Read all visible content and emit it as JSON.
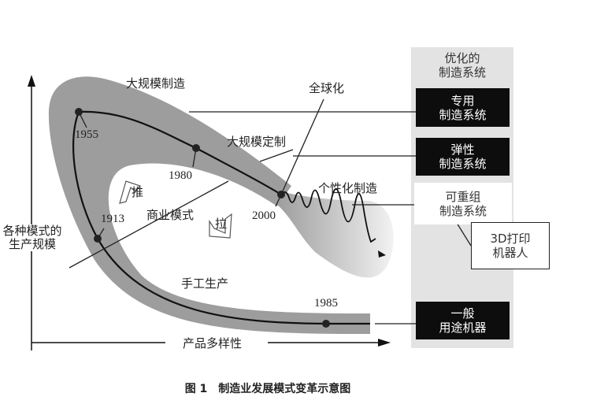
{
  "axes": {
    "y_label": [
      "各种模式的",
      "生产规模"
    ],
    "x_label": "产品多样性"
  },
  "labels": {
    "mass_production": "大规模制造",
    "globalization": "全球化",
    "mass_customization": "大规模定制",
    "personalized": "个性化制造",
    "business_model": "商业模式",
    "push": "推",
    "pull": "拉",
    "craft_production": "手工生产"
  },
  "years": {
    "y1955": "1955",
    "y1980": "1980",
    "y2000": "2000",
    "y1913": "1913",
    "y1985": "1985"
  },
  "panel": {
    "header": [
      "优化的",
      "制造系统"
    ],
    "dedicated": [
      "专用",
      "制造系统"
    ],
    "flexible": [
      "弹性",
      "制造系统"
    ],
    "reconfigurable": [
      "可重组",
      "制造系统"
    ],
    "printing": [
      "3D打印",
      "机器人"
    ],
    "general": [
      "一般",
      "用途机器"
    ]
  },
  "caption": "图 1　制造业发展模式变革示意图"
}
